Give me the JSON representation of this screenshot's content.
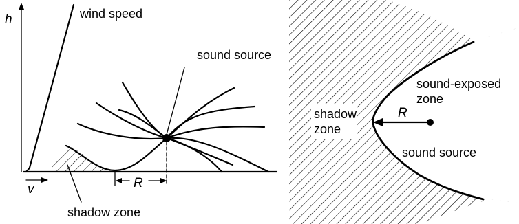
{
  "left_panel": {
    "axis_h": "h",
    "axis_v": "v",
    "wind_speed": "wind speed",
    "sound_source": "sound source",
    "distance": "R",
    "shadow_zone": "shadow zone"
  },
  "right_panel": {
    "shadow_zone_line1": "shadow",
    "shadow_zone_line2": "zone",
    "exposed_zone_line1": "sound-exposed",
    "exposed_zone_line2": "zone",
    "distance": "R",
    "sound_source": "sound source"
  }
}
